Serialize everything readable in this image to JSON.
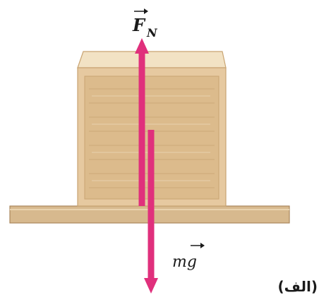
{
  "labels": {
    "normal_force_main": "F",
    "normal_force_sub": "N",
    "weight": "mg",
    "panel": "(الف)"
  },
  "colors": {
    "arrow": "#e0307c",
    "crate_face": "#e6c9a0",
    "crate_top": "#f2e2c4",
    "crate_edge": "#c9a472",
    "floor": "#d7b98e",
    "floor_edge": "#a9875c"
  }
}
